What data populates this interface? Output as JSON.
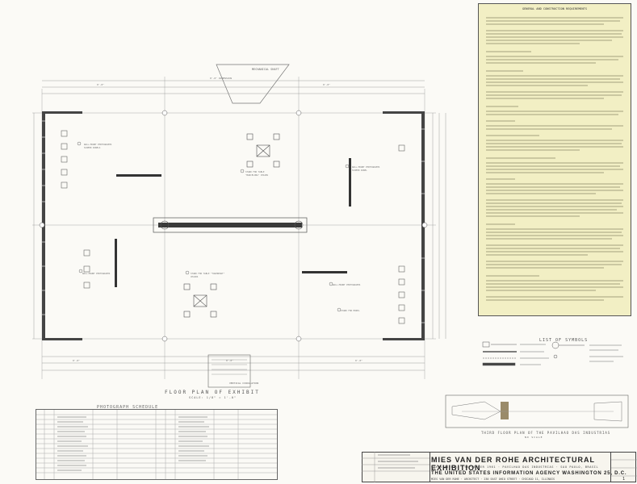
{
  "document": {
    "title": "MIES VAN DER ROHE ARCHITECTURAL EXHIBITION",
    "subtitle": "SEXTA BIENAL · SEPTEMBER 1961 · PAVILHAO DAS INDUSTRIAS · SAO PAULO, BRASIL",
    "agency": "THE UNITED STATES INFORMATION AGENCY  WASHINGTON 25, D.C.",
    "address": "MIES VAN DER ROHE · ARCHITECT · 230 EAST OHIO STREET · CHICAGO 11, ILLINOIS",
    "floor_plan_caption": "FLOOR PLAN OF EXHIBIT",
    "floor_plan_scale": "SCALE: 1/8\" = 1'-0\"",
    "third_floor_caption": "THIRD FLOOR PLAN OF THE PAVILHAO DAS INDUSTRIAS",
    "third_floor_scale": "NO SCALE",
    "symbols_title": "LIST OF SYMBOLS",
    "schedule_title": "PHOTOGRAPH SCHEDULE",
    "notes_title": "GENERAL AND CONSTRUCTION REQUIREMENTS",
    "sheet_number": "1",
    "label_mechanical": "MECHANICAL SHAFT",
    "label_vertical": "VERTICAL CIRCULATION"
  }
}
